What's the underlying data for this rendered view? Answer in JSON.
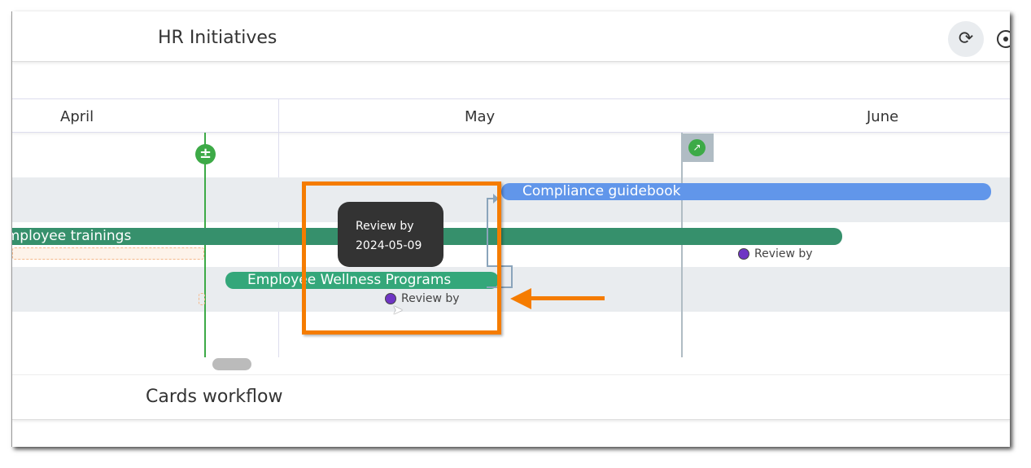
{
  "header": {
    "title": "HR Initiatives",
    "refresh_icon": "refresh-icon",
    "more_icon": "target-icon"
  },
  "timeline": {
    "months": [
      "April",
      "May",
      "June"
    ],
    "bars": [
      {
        "label": "Compliance guidebook",
        "color": "#6196ea"
      },
      {
        "label": "Employee trainings",
        "color": "#36906c"
      },
      {
        "label": "Employee Wellness Programs",
        "color": "#34a77a"
      }
    ],
    "milestones": [
      {
        "label": "Review by"
      },
      {
        "label": "Review by"
      }
    ],
    "tooltip": {
      "line1": "Review by",
      "line2": "2024-05-09"
    }
  },
  "footer": {
    "title": "Cards workflow"
  },
  "colors": {
    "highlight": "#f57c00",
    "today_line": "#3daa47"
  }
}
